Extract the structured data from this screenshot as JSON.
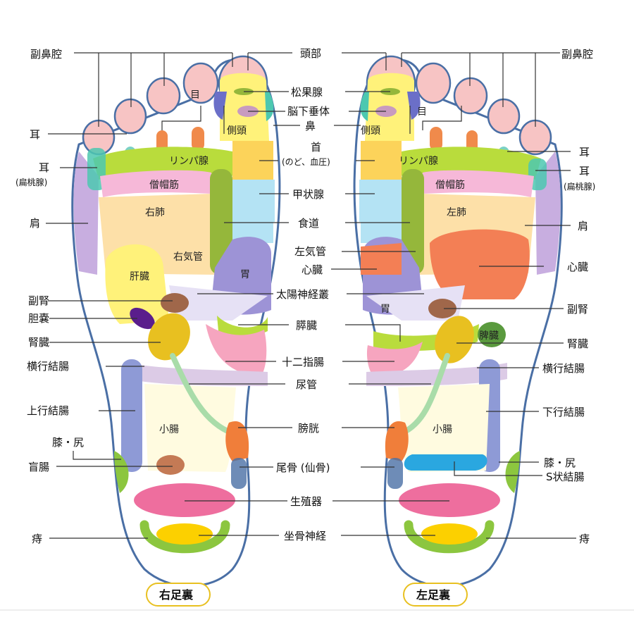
{
  "labels": {
    "fukubiku": "副鼻腔",
    "tobu": "頭部",
    "me": "目",
    "shokakasen": "松果腺",
    "noukasuitai": "脳下垂体",
    "sokuto": "側頭",
    "hana": "鼻",
    "mimi": "耳",
    "mimi_hentou": "(扁桃腺)",
    "lymph": "リンパ腺",
    "kubi": "首",
    "kubi_sub": "(のど、血圧)",
    "soubokin": "僧帽筋",
    "kojousen": "甲状腺",
    "kata": "肩",
    "migi_hai": "右肺",
    "hidari_hai": "左肺",
    "shokudou": "食道",
    "migi_kikan": "右気管",
    "hidari_kikan": "左気管",
    "kanzou": "肝臓",
    "shinzou": "心臓",
    "i": "胃",
    "taiyou": "太陽神経叢",
    "fukujin": "副腎",
    "tannou": "胆嚢",
    "suizou": "膵臓",
    "hizou": "脾臓",
    "jinzou": "腎臓",
    "juunishi": "十二指腸",
    "oukou": "横行結腸",
    "nyoukan": "尿管",
    "joukou": "上行結腸",
    "kakou": "下行結腸",
    "shouchou": "小腸",
    "boukou": "膀胱",
    "hiza": "膝・尻",
    "mouchou": "盲腸",
    "bikotsu": "尾骨 (仙骨)",
    "s_jou": "S状結腸",
    "seishoku": "生殖器",
    "zakotsu": "坐骨神経",
    "ji": "痔",
    "right_sole": "右足裏",
    "left_sole": "左足裏"
  },
  "colors": {
    "outline": "#4a6fa5",
    "toe_pink": "#f7c4c4",
    "yellow": "#fff27a",
    "lime": "#b9dc3c",
    "pink": "#f6b8d8",
    "orange_light": "#fde0a8",
    "blue_light": "#b4e3f4",
    "purple": "#a8a2d8",
    "lavender": "#c8aee0",
    "olive": "#95b73b",
    "orange": "#f07e3a",
    "coral": "#f37f55",
    "kidney": "#e8c020",
    "brown": "#a0674a",
    "violet": "#5a1e8c",
    "periwinkle": "#8e9ad6",
    "pale_yellow": "#fffbe0",
    "magenta": "#ee6e9e",
    "green": "#8cc63f",
    "sky": "#2aa7e0"
  }
}
